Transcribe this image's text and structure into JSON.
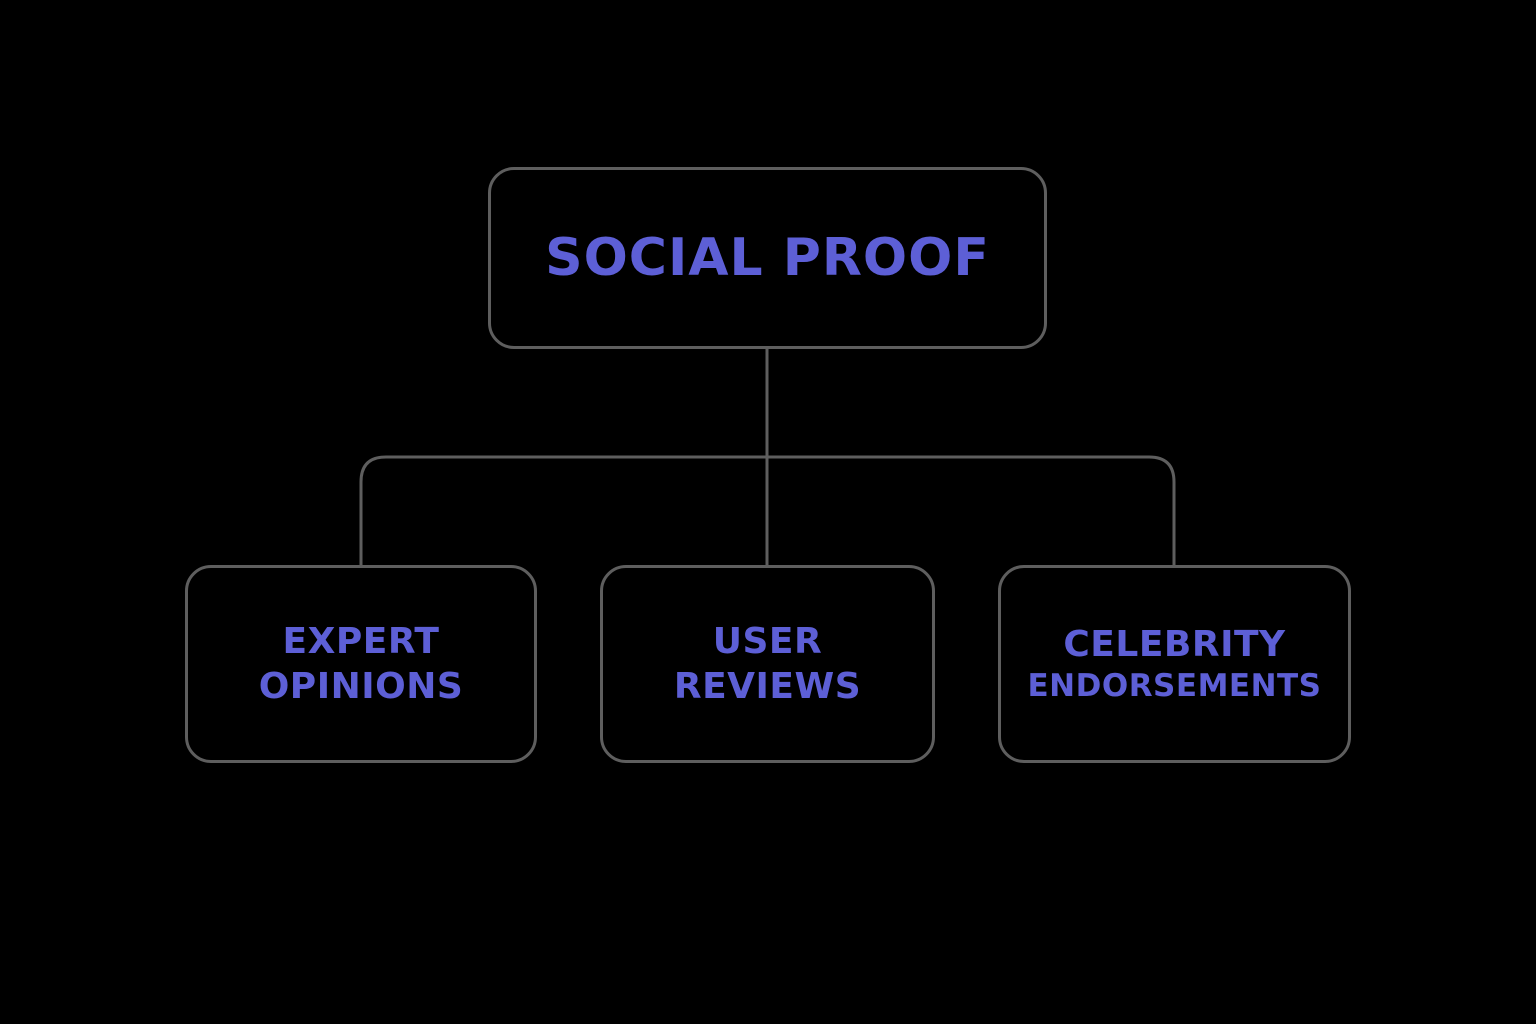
{
  "diagram": {
    "root": {
      "label": "SOCIAL PROOF"
    },
    "children": [
      {
        "line1": "EXPERT",
        "line2": "OPINIONS"
      },
      {
        "line1": "USER",
        "line2": "REVIEWS"
      },
      {
        "line1": "CELEBRITY",
        "line2": "ENDORSEMENTS"
      }
    ]
  },
  "colors": {
    "background": "#000000",
    "box_border": "#5e5e5e",
    "connector": "#5e5e5e",
    "text": "#5d5fd6"
  }
}
